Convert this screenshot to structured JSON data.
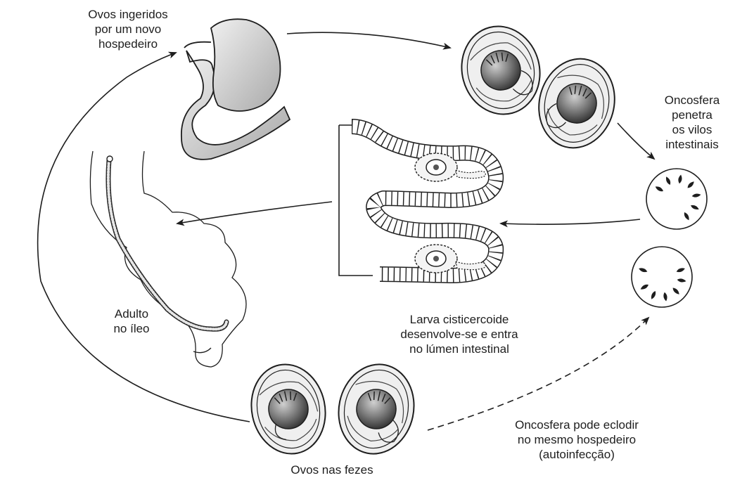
{
  "labels": {
    "ingested": [
      "Ovos ingeridos",
      "por um novo",
      "hospedeiro"
    ],
    "oncosphere_penetrates": [
      "Oncosfera",
      "penetra",
      "os vilos",
      "intestinais"
    ],
    "cysticercoid": [
      "Larva cisticercoide",
      "desenvolve-se e entra",
      "no lúmen intestinal"
    ],
    "adult": [
      "Adulto",
      "no íleo"
    ],
    "eggs_feces": [
      "Ovos nas fezes"
    ],
    "autoinfection": [
      "Oncosfera pode eclodir",
      "no mesmo hospedeiro",
      "(autoinfecção)"
    ]
  },
  "colors": {
    "ink": "#1e1e1e",
    "stomach_fill": "#d9d9d9",
    "egg_core": "#6e6e6e"
  }
}
